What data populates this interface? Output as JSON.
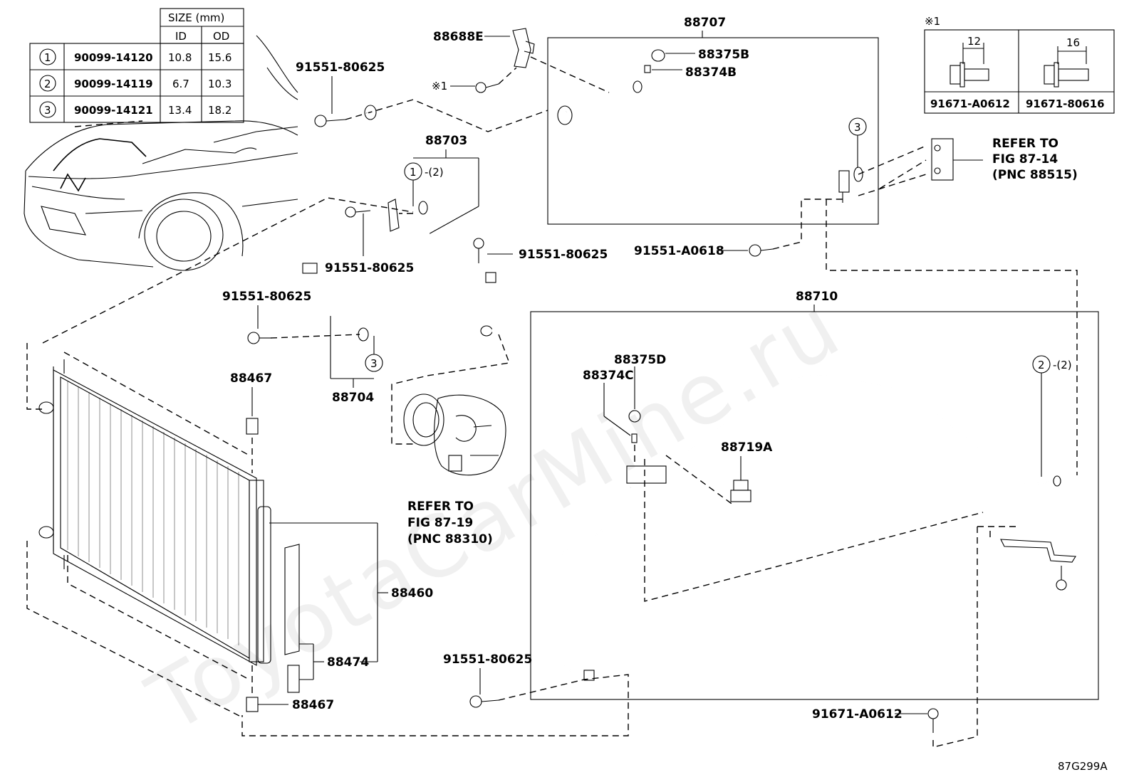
{
  "watermark": "ToyotaCarMine.ru",
  "diagram_code": "87G299A",
  "size_table": {
    "header_size": "SIZE (mm)",
    "header_id": "ID",
    "header_od": "OD",
    "rows": [
      {
        "mark": "1",
        "part": "90099-14120",
        "id": "10.8",
        "od": "15.6"
      },
      {
        "mark": "2",
        "part": "90099-14119",
        "id": "6.7",
        "od": "10.3"
      },
      {
        "mark": "3",
        "part": "90099-14121",
        "id": "13.4",
        "od": "18.2"
      }
    ]
  },
  "bolt_table": {
    "mark": "※1",
    "left_dim": "12",
    "right_dim": "16",
    "left_part": "91671-A0612",
    "right_part": "91671-80616"
  },
  "callouts": {
    "p88707": "88707",
    "p88688E": "88688E",
    "p88375B": "88375B",
    "p88374B": "88374B",
    "bolt_mark": "※1",
    "p91551_80625_a": "91551-80625",
    "p88703": "88703",
    "c1_label": "1",
    "c1_suffix": "-(2)",
    "p91551_80625_b": "91551-80625",
    "p91551_80625_c": "91551-80625",
    "p91551_A0618": "91551-A0618",
    "refer_expansion_1": "REFER TO",
    "refer_expansion_2": "FIG 87-14",
    "refer_expansion_3": "(PNC 88515)",
    "c3_label": "3",
    "p88710": "88710",
    "p91551_80625_d": "91551-80625",
    "c3b_label": "3",
    "p88704": "88704",
    "p88467_top": "88467",
    "p88375D": "88375D",
    "p88374C": "88374C",
    "c2_label": "2",
    "c2_suffix": "-(2)",
    "p88719A": "88719A",
    "refer_compressor_1": "REFER TO",
    "refer_compressor_2": "FIG 87-19",
    "refer_compressor_3": "(PNC 88310)",
    "p88460": "88460",
    "p88474": "88474",
    "p88467_bottom": "88467",
    "p91551_80625_e": "91551-80625",
    "p91671_A0612": "91671-A0612"
  }
}
